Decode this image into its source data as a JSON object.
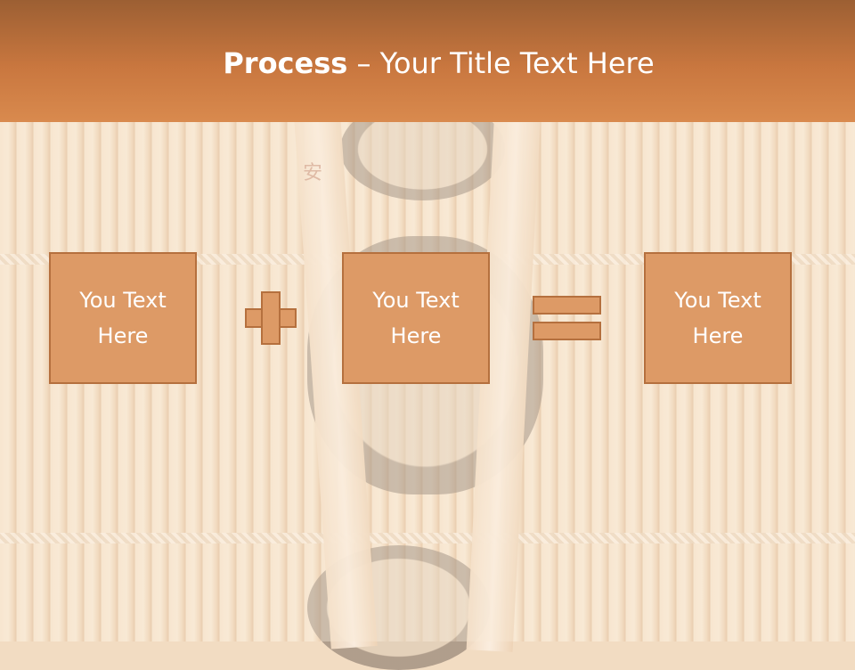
{
  "slide": {
    "title_bold": "Process",
    "title_rest": " – Your Title Text Here",
    "boxes": [
      {
        "line1": "You Text",
        "line2": "Here"
      },
      {
        "line1": "You Text",
        "line2": "Here"
      },
      {
        "line1": "You Text",
        "line2": "Here"
      }
    ],
    "operators": [
      "plus",
      "equals"
    ],
    "background_decor": {
      "kanji": "安"
    }
  },
  "colors": {
    "header": "#c9773f",
    "box_fill": "#dd9a66",
    "box_border": "#b5703e",
    "text": "#ffffff"
  }
}
